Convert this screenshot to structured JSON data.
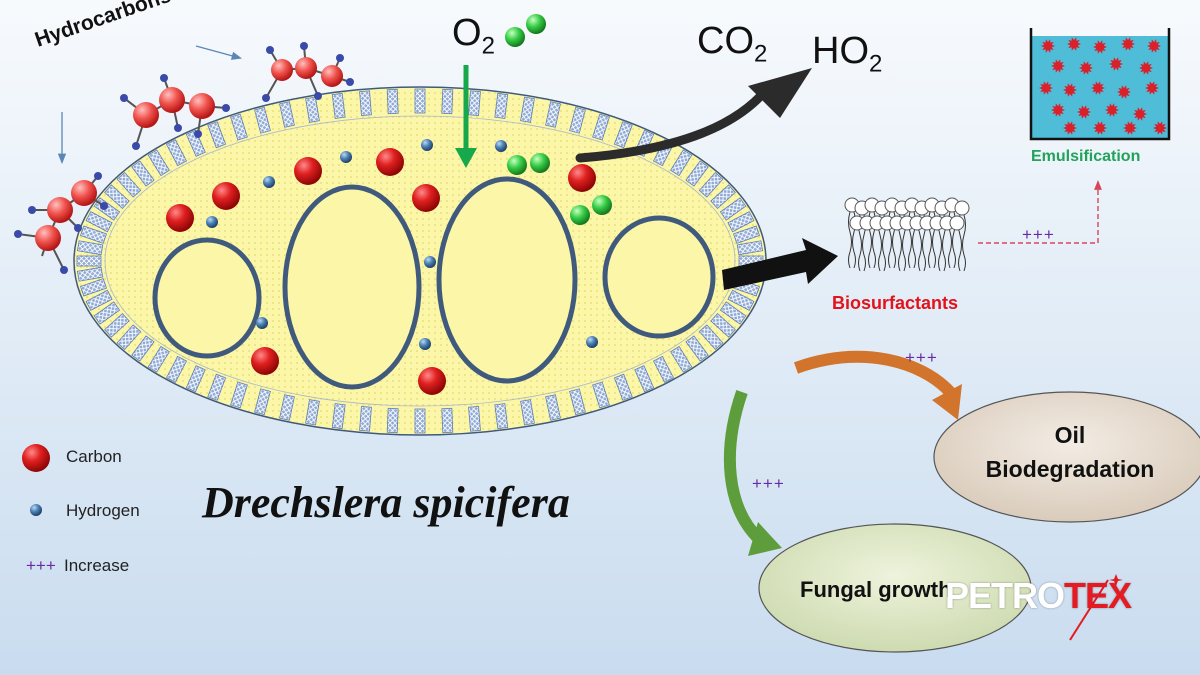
{
  "diagram": {
    "hydrocarbons_label": "Hydrocarbons",
    "oxygen": {
      "base": "O",
      "sub": "2"
    },
    "products": [
      {
        "base": "CO",
        "sub": "2"
      },
      {
        "base": "HO",
        "sub": "2"
      }
    ],
    "emulsification_label": "Emulsification",
    "biosurfactants_label": "Biosurfactants",
    "increase_marks": {
      "emulsification": "+++",
      "oil": "+++",
      "fungal": "+++"
    },
    "oil_label_line1": "Oil",
    "oil_label_line2": "Biodegradation",
    "fungal_label": "Fungal growth",
    "species_name": "Drechslera spicifera",
    "legend": {
      "carbon": "Carbon",
      "hydrogen": "Hydrogen",
      "increase_symbol": "+++",
      "increase_label": "Increase"
    },
    "logo": {
      "part1": "PETRO",
      "part2": "TEX"
    }
  },
  "colors": {
    "carbon": "#d11414",
    "hydrogen": "#3c6e9e",
    "oxygen": "#2fc24a",
    "cell_fill": "#fbf6a8",
    "membrane_block": "#6f8fc4",
    "organelle_stroke": "#3f5a7d",
    "arrow_green": "#5e9d3b",
    "arrow_orange": "#d2742c",
    "emulsion_water": "#4fbcd8",
    "increase_purple": "#6a2aa5",
    "logo_red": "#e41b23"
  },
  "icons": [
    "carbon-atom-icon",
    "hydrogen-atom-icon",
    "oxygen-molecule-icon",
    "hydrocarbon-molecule-icon",
    "micelle-icon",
    "emulsion-beaker-icon"
  ]
}
